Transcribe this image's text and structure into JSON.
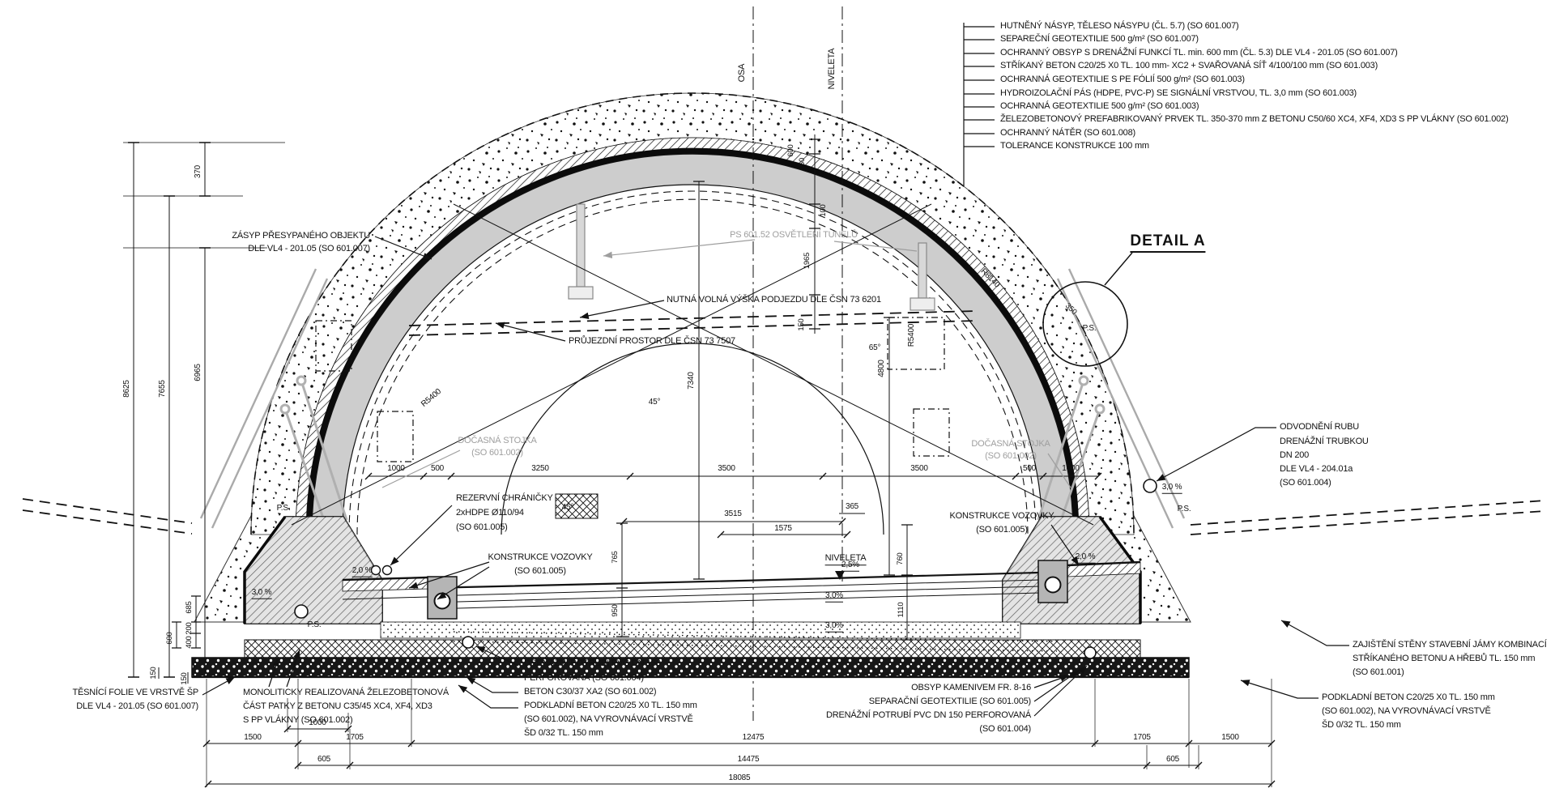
{
  "labels": {
    "osa": "OSA",
    "niveleta": "NIVELETA",
    "niveleta_road": "NIVELETA",
    "detail_title": "DETAIL A",
    "ps": "P.S.",
    "legend": [
      "HUTNĚNÝ NÁSYP, TĚLESO NÁSYPU (ČL. 5.7) (SO 601.007)",
      "SEPAREČNÍ GEOTEXTILIE 500 g/m² (SO 601.007)",
      "OCHRANNÝ OBSYP S DRENÁŽNÍ FUNKCÍ TL. min. 600 mm (ČL. 5.3) DLE VL4 - 201.05 (SO 601.007)",
      "STŘÍKANÝ BETON C20/25 X0 TL. 100 mm- XC2 + SVAŘOVANÁ SÍŤ 4/100/100 mm (SO 601.003)",
      "OCHRANNÁ GEOTEXTILIE S PE FÓLIÍ 500 g/m² (SO 601.003)",
      "HYDROIZOLAČNÍ PÁS (HDPE, PVC-P) SE SIGNÁLNÍ VRSTVOU, TL. 3,0 mm (SO 601.003)",
      "OCHRANNÁ GEOTEXTILIE 500 g/m² (SO 601.003)",
      "ŽELEZOBETONOVÝ PREFABRIKOVANÝ PRVEK TL. 350-370 mm Z BETONU C50/60 XC4, XF4, XD3 S PP VLÁKNY (SO 601.002)",
      "OCHRANNÝ NÁTĚR (SO 601.008)",
      "TOLERANCE KONSTRUKCE 100 mm"
    ],
    "zasyp": [
      "ZÁSYP PŘESYPANÉHO OBJEKTU",
      "DLE VL4 - 201.05  (SO 601.007)"
    ],
    "osvetleni": "PS 601.52 OSVĚTLENÍ TUNELŮ",
    "volna_vyska": "NUTNÁ VOLNÁ VÝŠKA PODJEZDU DLE ČSN 73 6201",
    "prujezdni": "PRŮJEZDNÍ PROSTOR DLE ČSN 73 7507",
    "stojka": [
      "DOČASNÁ STOJKA",
      "(SO 601.002)"
    ],
    "chranicky": [
      "REZERVNÍ CHRÁNIČKY",
      "2xHDPE Ø110/94",
      "(SO 601.005)"
    ],
    "vozovka": [
      "KONSTRUKCE VOZOVKY",
      "(SO 601.005)"
    ],
    "odvodneni": [
      "ODVODNĚNÍ RUBU",
      "DRENÁŽNÍ TRUBKOU",
      "DN 200",
      "DLE VL4 - 204.01a",
      "(SO 601.004)"
    ],
    "tesnici": [
      "TĚSNÍCÍ FOLIE VE VRSTVĚ ŠP",
      "DLE VL4 - 201.05 (SO 601.007)"
    ],
    "monoliticky": [
      "MONOLITICKY REALIZOVANÁ ŽELEZOBETONOVÁ",
      "ČÁST PATKY Z BETONU C35/45 XC4, XF4, XD3",
      "S PP VLÁKNY (SO 601.002)"
    ],
    "drenaz_l": [
      "DRENÁŽNÍ POTRUBÍ PVC DN 150",
      "PERFOROVANÁ (SO 601.004)"
    ],
    "beton_c30": "BETON C30/37 XA2 (SO 601.002)",
    "podkladni": [
      "PODKLADNÍ BETON C20/25 X0 TL. 150 mm",
      "(SO 601.002), NA VYROVNÁVACÍ VRSTVĚ",
      "ŠD 0/32 TL. 150 mm"
    ],
    "obsyp": "OBSYP KAMENIVEM FR. 8-16",
    "separacni": "SEPARAČNÍ GEOTEXTILIE (SO 601.005)",
    "drenaz_r": [
      "DRENÁŽNÍ POTRUBÍ PVC DN 150 PERFOROVANÁ",
      "(SO 601.004)"
    ],
    "zajisteni": [
      "ZAJIŠTĚNÍ STĚNY STAVEBNÍ JÁMY KOMBINACÍ",
      "STŘÍKANÉHO BETONU A HŘEBŮ  TL. 150 mm",
      "(SO 601.001)"
    ]
  },
  "dims": {
    "height": [
      "8625",
      "7655",
      "6965",
      "370"
    ],
    "foot_left": [
      "685",
      "200",
      "400",
      "600",
      "150",
      "150"
    ],
    "chain": [
      "1000",
      "500",
      "3250",
      "3500",
      "3500",
      "500",
      "1000"
    ],
    "inner": [
      "3515",
      "1575",
      "365"
    ],
    "vert": [
      "7340",
      "4800",
      "1965",
      "150",
      "100",
      "600",
      "50"
    ],
    "road_vert": [
      "765",
      "950",
      "760",
      "1110"
    ],
    "bottom_row0": [
      "1000"
    ],
    "bottom_row1": [
      "1500",
      "1705",
      "12475",
      "1705",
      "1500"
    ],
    "bottom_row2": [
      "605",
      "14475",
      "605"
    ],
    "bottom_row3": [
      "18085"
    ],
    "crown": [
      "350"
    ]
  },
  "slopes": {
    "p20": "2,0 %",
    "p25": "2,5%",
    "p30": "3,0 %",
    "p30b": "3,0%"
  },
  "angles": {
    "a45": "45°",
    "a65": "65°"
  },
  "radii": {
    "r5400": "R5400",
    "r8140": "R8140"
  },
  "colors": {
    "line": "#111111",
    "gray_note": "#9e9e9e",
    "precast_fill": "#cdcdcd",
    "membrane": "#0b0b0b"
  }
}
